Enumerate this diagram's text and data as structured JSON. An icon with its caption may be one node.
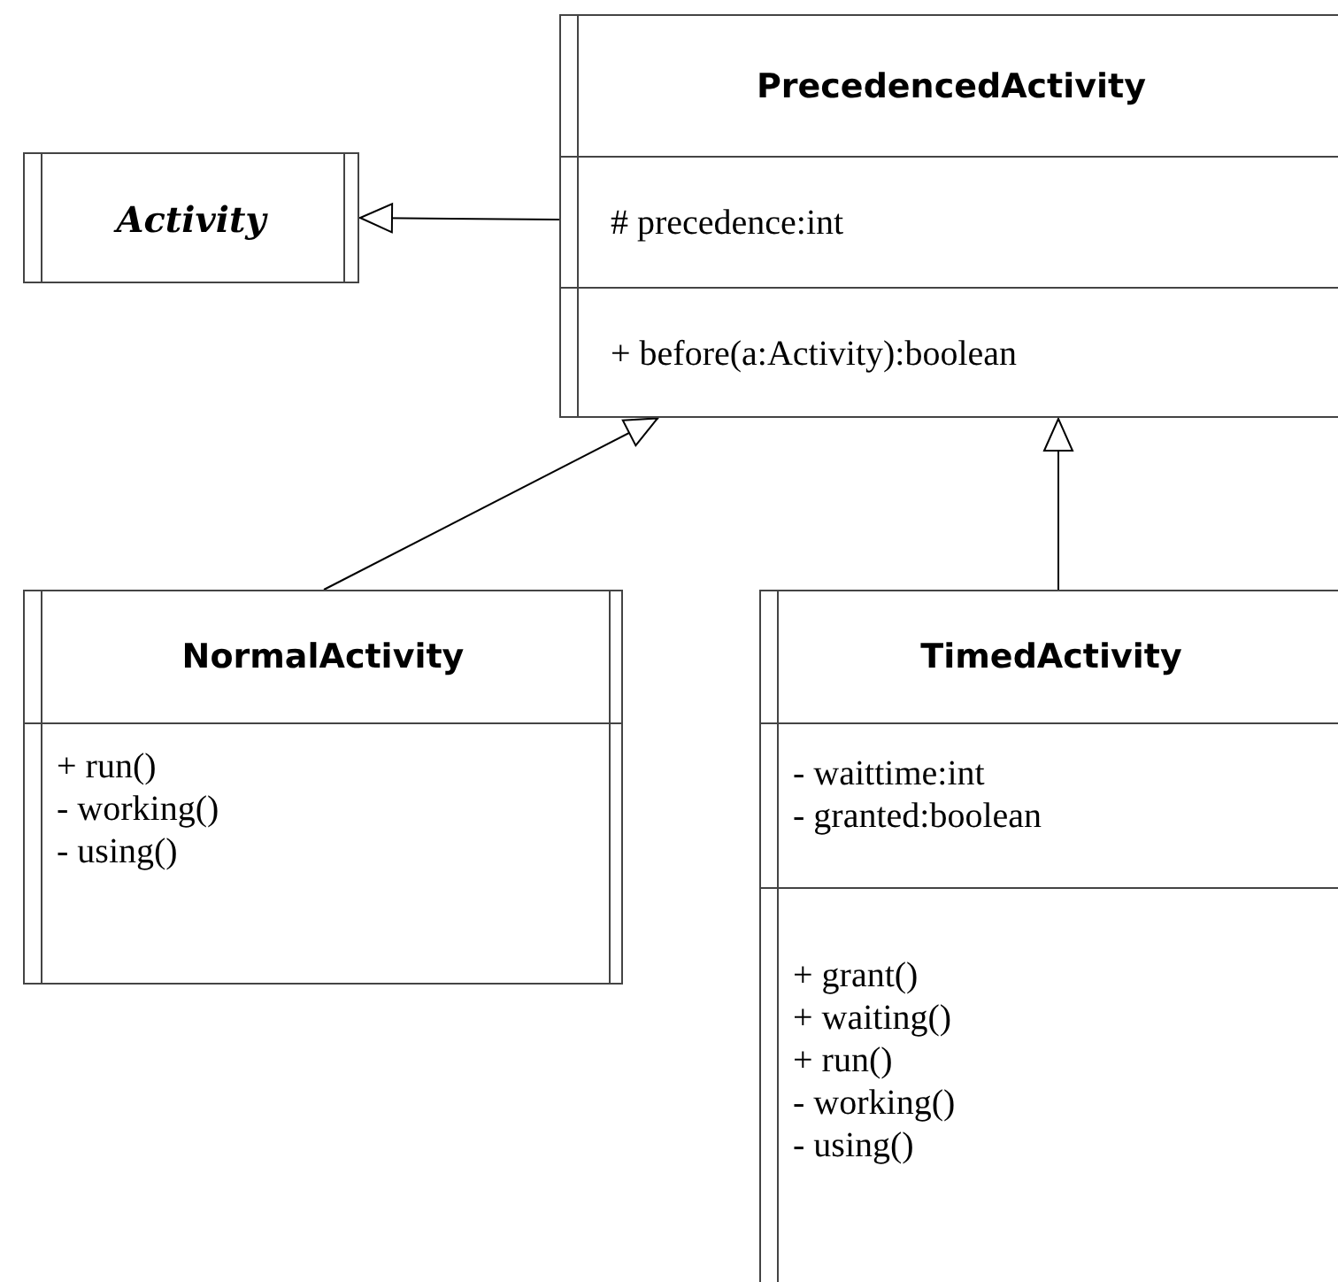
{
  "diagram": {
    "nodes": [
      {
        "text": [
          "Activity"
        ]
      },
      {
        "text": [
          "PrecedencedActivity",
          "# precedence:int",
          "+ before(a:Activity):boolean"
        ]
      },
      {
        "text": [
          "NormalActivity",
          "+ run()",
          "- working()",
          "- using()"
        ]
      },
      {
        "text": [
          "TimedActivity",
          "- waittime:int",
          "- granted:boolean",
          "+ grant()",
          "+ waiting()",
          "+ run()",
          "- working()",
          "- using()"
        ]
      }
    ],
    "edges": [
      {
        "from": 1,
        "to": 0,
        "arrow": "to"
      },
      {
        "from": 2,
        "to": 1,
        "arrow": "to"
      },
      {
        "from": 3,
        "to": 1,
        "arrow": "to"
      }
    ]
  }
}
